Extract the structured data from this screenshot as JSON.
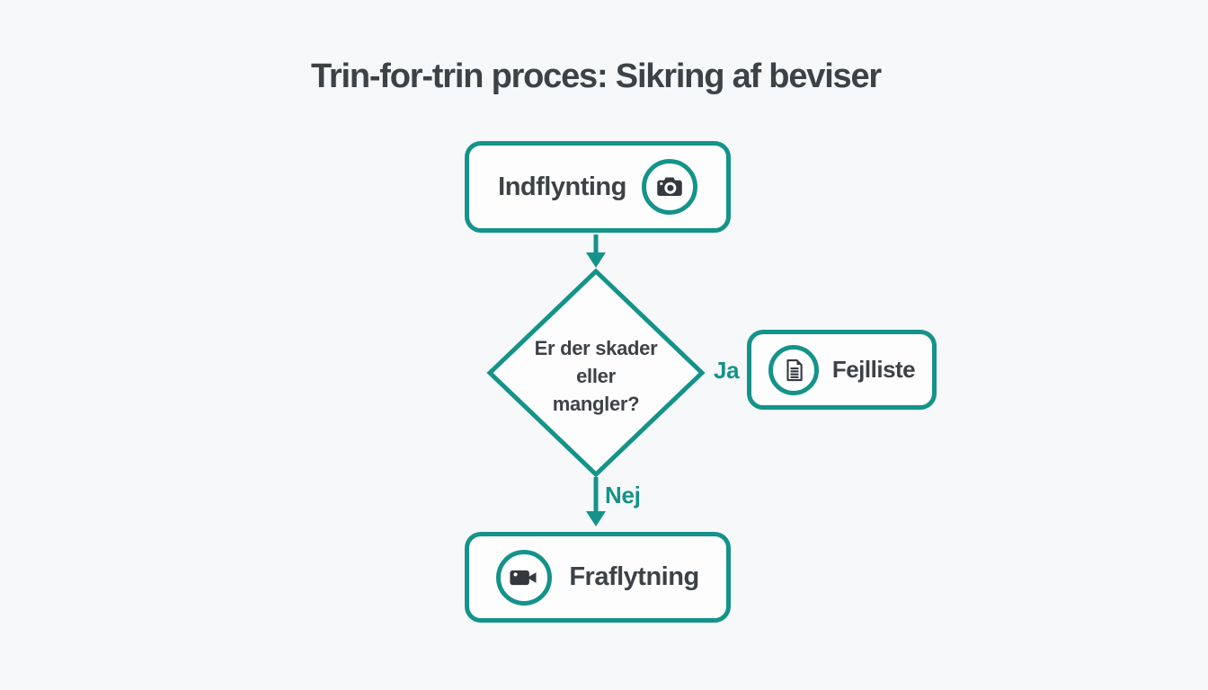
{
  "title": "Trin-for-trin proces: Sikring af beviser",
  "palette": {
    "accent_teal": "#14938a",
    "text_dark": "#3d4247",
    "node_fill": "#fdfdfe",
    "background": "#f7f8f9",
    "icon_dark": "#34393f"
  },
  "flowchart": {
    "start_node": {
      "label": "Indflynting",
      "icon": "camera-icon",
      "shape": "rounded-rect"
    },
    "decision_node": {
      "label": "Er der skader eller mangler?",
      "line1": "Er der skader",
      "line2": "eller",
      "line3": "mangler?",
      "shape": "diamond"
    },
    "yes_branch": {
      "edge_label": "Ja",
      "node_label": "Fejlliste",
      "icon": "document-icon",
      "shape": "rounded-rect"
    },
    "no_branch": {
      "edge_label": "Nej",
      "node_label": "Fraflytning",
      "icon": "video-camera-icon",
      "shape": "rounded-rect"
    }
  }
}
